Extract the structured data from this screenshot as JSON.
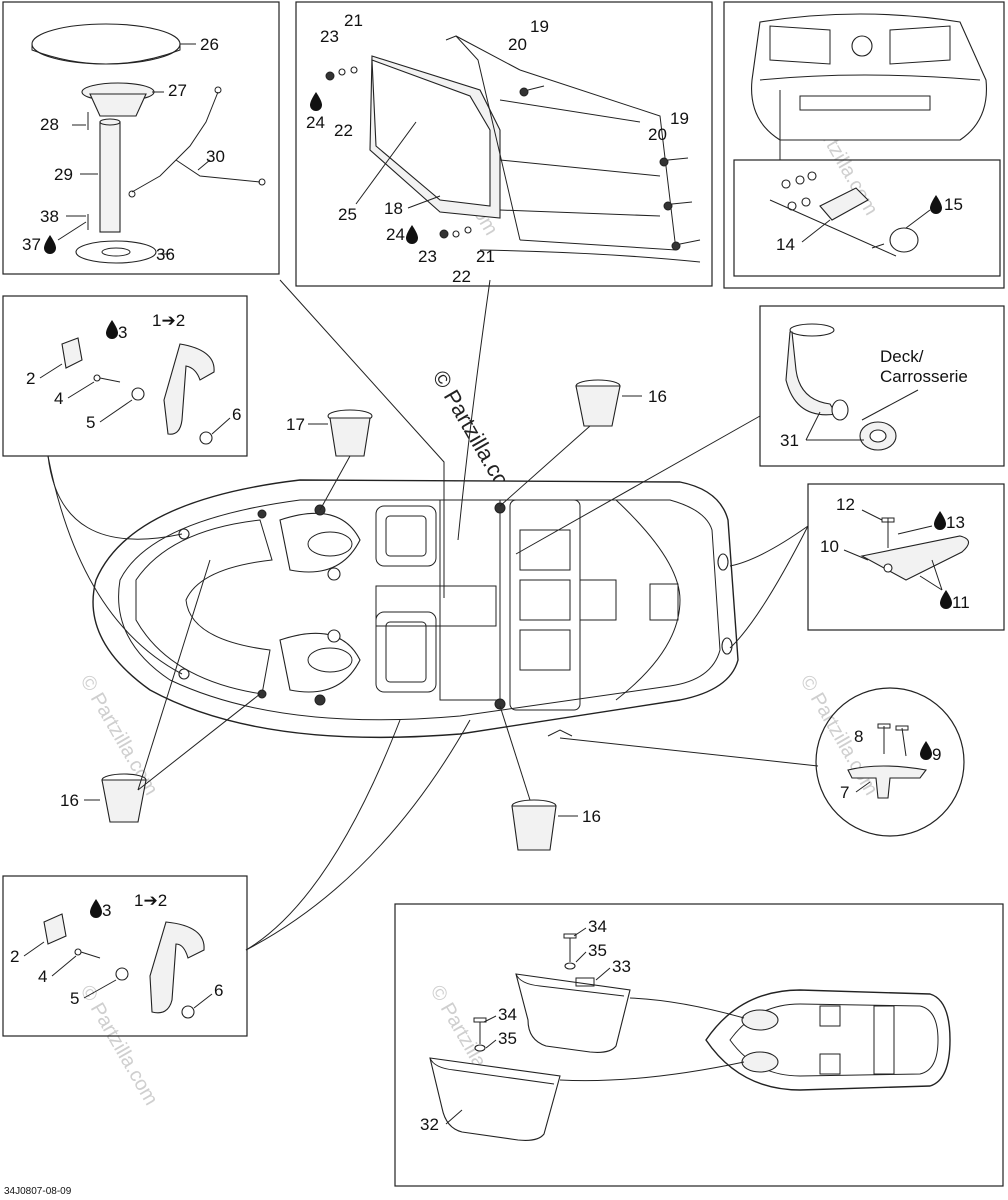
{
  "diagram": {
    "watermark_main": "© Partzilla.com",
    "watermark": "© Partzilla.com",
    "footer_code": "34J0807-08-09",
    "deck_label_line1": "Deck/",
    "deck_label_line2": "Carrosserie",
    "arrow_label": "1➔2",
    "labels": {
      "l26": "26",
      "l27": "27",
      "l28": "28",
      "l29": "29",
      "l30": "30",
      "l38": "38",
      "l37": "37",
      "l36": "36",
      "l23a": "23",
      "l21a": "21",
      "l24a": "24",
      "l22a": "22",
      "l19a": "19",
      "l20a": "20",
      "l19b": "19",
      "l20b": "20",
      "l25": "25",
      "l18": "18",
      "l24b": "24",
      "l23b": "23",
      "l22b": "22",
      "l21b": "21",
      "l15": "15",
      "l14": "14",
      "l3a": "3",
      "l2a": "2",
      "l4a": "4",
      "l5a": "5",
      "l6a": "6",
      "l16a": "16",
      "l17": "17",
      "l31": "31",
      "l12": "12",
      "l13": "13",
      "l10": "10",
      "l11": "11",
      "l8": "8",
      "l9": "9",
      "l7": "7",
      "l16b": "16",
      "l16c": "16",
      "l3b": "3",
      "l2b": "2",
      "l4b": "4",
      "l5b": "5",
      "l6b": "6",
      "l34a": "34",
      "l35a": "35",
      "l33": "33",
      "l34b": "34",
      "l35b": "35",
      "l32": "32"
    },
    "icons": [
      "drop-icon",
      "cup-holder",
      "grab-handle",
      "screw",
      "washer",
      "cleat",
      "drain-elbow",
      "storage-bin",
      "table-top"
    ]
  }
}
